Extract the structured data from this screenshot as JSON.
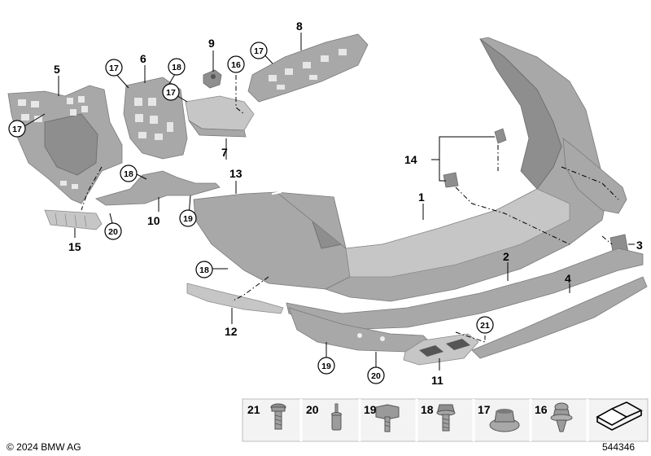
{
  "parts": {
    "p1": "1",
    "p2": "2",
    "p3": "3",
    "p4": "4",
    "p5": "5",
    "p6": "6",
    "p7": "7",
    "p8": "8",
    "p9": "9",
    "p10": "10",
    "p11": "11",
    "p12": "12",
    "p13": "13",
    "p14": "14",
    "p15": "15"
  },
  "callouts": {
    "c17a": "17",
    "c17b": "17",
    "c17c": "17",
    "c17d": "17",
    "c18a": "18",
    "c18b": "18",
    "c18c": "18",
    "c16": "16",
    "c19a": "19",
    "c19b": "19",
    "c20a": "20",
    "c20b": "20",
    "c21": "21"
  },
  "legend": {
    "items": [
      "21",
      "20",
      "19",
      "18",
      "17",
      "16"
    ],
    "icons": [
      "screw-icon",
      "rivet-icon",
      "expanding-nut-screw-icon",
      "bolt-with-washer-icon",
      "clip-nut-icon",
      "push-clip-icon",
      "section-symbol-icon"
    ]
  },
  "footer": {
    "copyright": "© 2024 BMW AG",
    "diagram_number": "544346"
  },
  "colors": {
    "part_fill": "#a8a8a8",
    "legend_bg": "#f3f3f3"
  }
}
